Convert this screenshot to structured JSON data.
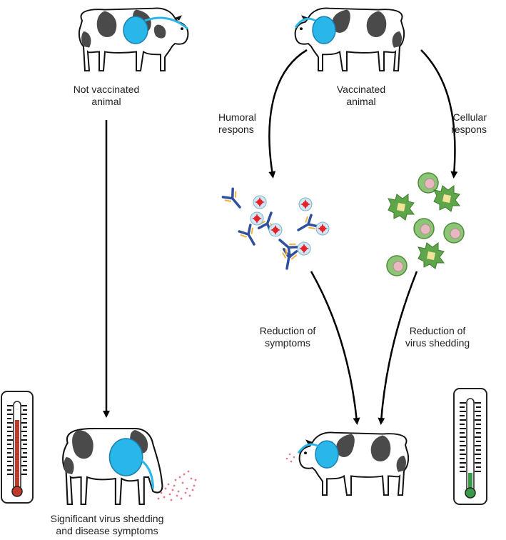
{
  "labels": {
    "not_vaccinated": "Not vaccinated\nanimal",
    "vaccinated": "Vaccinated\nanimal",
    "humoral": "Humoral\nrespons",
    "cellular": "Cellular\nrespons",
    "reduction_symptoms": "Reduction of\nsymptoms",
    "reduction_shedding": "Reduction of\nvirus shedding",
    "outcome_unvaccinated": "Significant virus shedding\nand disease symptoms"
  },
  "colors": {
    "cow_patch": "#4a4a4a",
    "virus_bubble": "#29b6e8",
    "antibody_blue": "#2f4fa0",
    "antibody_yellow": "#f2b33d",
    "virus_red": "#e8202a",
    "cell_green": "#5fa64a",
    "cell_pink": "#e7b8c0",
    "shedding_dots": "#e37a86",
    "thermo_high": "#c0392b",
    "thermo_low": "#3a9a4a"
  },
  "icons": [
    "cow-icon",
    "virus-cloud-icon",
    "antibody-icon",
    "virus-particle-icon",
    "t-cell-icon",
    "thermometer-icon"
  ]
}
